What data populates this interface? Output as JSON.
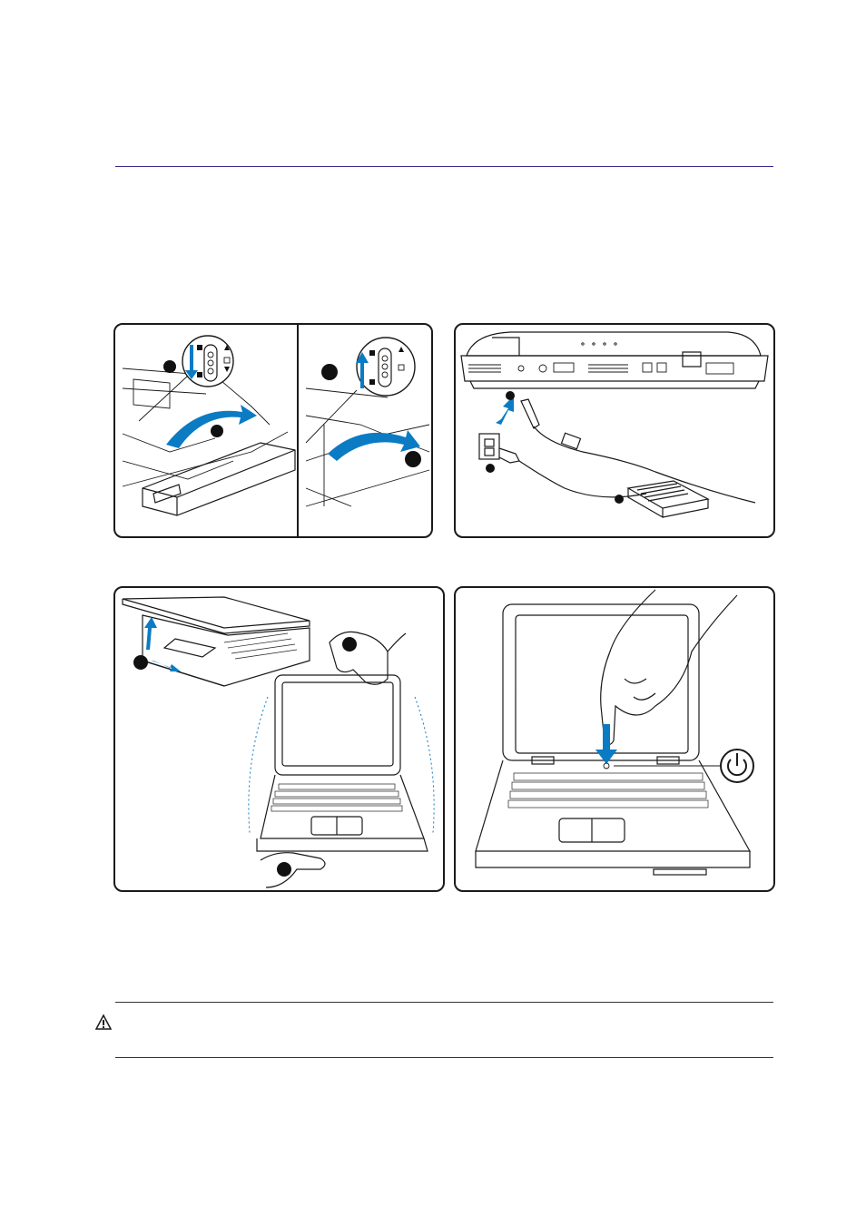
{
  "colors": {
    "rule": "#3a2a8a",
    "arrow": "#0b7bc4",
    "outline": "#1a1a1a"
  },
  "icons": [
    "battery-lock-icon",
    "unlock-icon",
    "lock-icon",
    "power-adapter-icon",
    "wall-outlet-icon",
    "power-symbol-icon",
    "warning-icon"
  ],
  "panels": [
    {
      "name": "install-battery",
      "step_markers": 4
    },
    {
      "name": "connect-power-adapter",
      "step_markers": 3
    },
    {
      "name": "open-display-panel",
      "step_markers": 3
    },
    {
      "name": "press-power-button",
      "step_markers": 0
    }
  ]
}
